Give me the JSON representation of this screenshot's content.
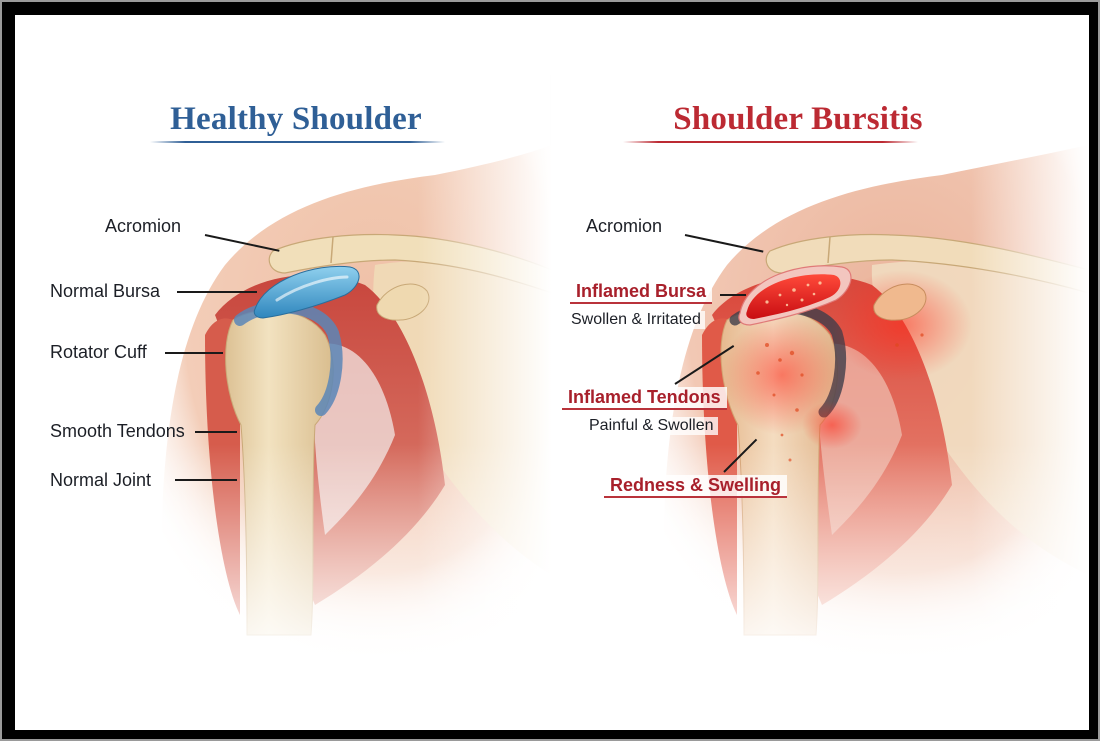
{
  "colors": {
    "healthy_accent": "#2f5f96",
    "bursitis_accent": "#bc2a33",
    "bone": "#ead7b0",
    "muscle": "#c94b3f",
    "skin": "#f1c4ad",
    "normal_bursa": "#4aa7d6",
    "inflamed_bursa": "#e2161c",
    "frame": "#000000"
  },
  "left_panel": {
    "title": "Healthy Shoulder",
    "labels": [
      {
        "id": "acromion",
        "text": "Acromion"
      },
      {
        "id": "normal-bursa",
        "text": "Normal Bursa"
      },
      {
        "id": "rotator-cuff",
        "text": "Rotator Cuff"
      },
      {
        "id": "smooth-tendons",
        "text": "Smooth Tendons"
      },
      {
        "id": "normal-joint",
        "text": "Normal Joint"
      }
    ]
  },
  "right_panel": {
    "title": "Shoulder Bursitis",
    "labels": [
      {
        "id": "acromion",
        "text": "Acromion"
      },
      {
        "id": "inflamed-bursa",
        "text": "Inflamed Bursa",
        "sub": "Swollen & Irritated"
      },
      {
        "id": "inflamed-tendons",
        "text": "Inflamed Tendons",
        "sub": "Painful & Swollen"
      },
      {
        "id": "redness-swelling",
        "text": "Redness & Swelling"
      }
    ]
  }
}
